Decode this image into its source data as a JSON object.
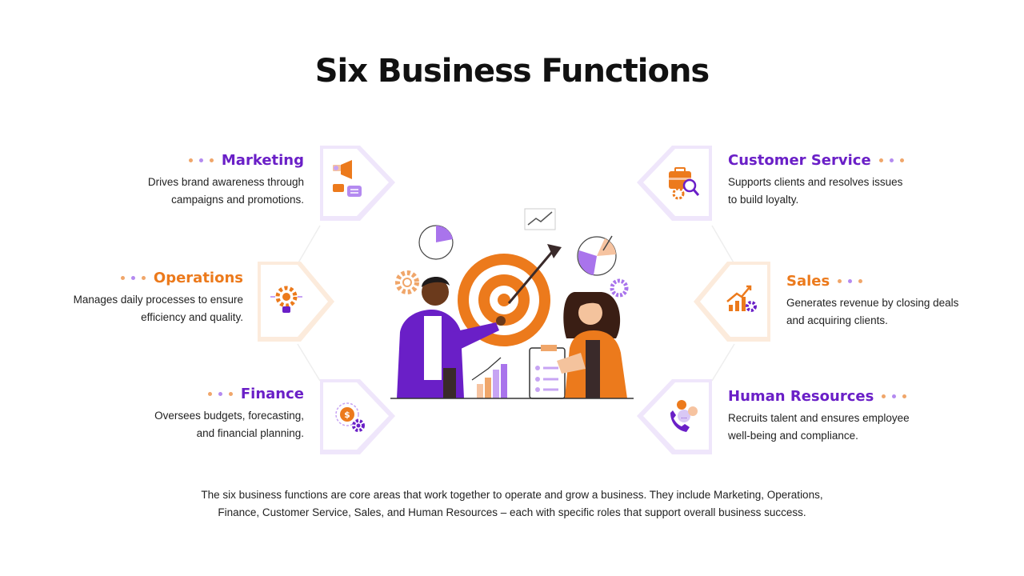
{
  "title": "Six Business Functions",
  "colors": {
    "purple": "#6a1fc7",
    "orange": "#ec7a1c",
    "light_purple": "#d9c8f5",
    "light_orange": "#f8d7bd"
  },
  "functions": [
    {
      "name": "Marketing",
      "description_line1": "Drives brand awareness through",
      "description_line2": "campaigns and promotions.",
      "color": "purple",
      "icon": "megaphone-icon"
    },
    {
      "name": "Operations",
      "description_line1": "Manages daily processes to ensure",
      "description_line2": "efficiency and quality.",
      "color": "orange",
      "icon": "gear-bulb-icon"
    },
    {
      "name": "Finance",
      "description_line1": "Oversees budgets, forecasting,",
      "description_line2": "and financial planning.",
      "color": "purple",
      "icon": "coin-gear-icon"
    },
    {
      "name": "Customer Service",
      "description_line1": "Supports clients and resolves issues",
      "description_line2": "to build loyalty.",
      "color": "purple",
      "icon": "briefcase-search-icon"
    },
    {
      "name": "Sales",
      "description_line1": "Generates revenue by closing deals",
      "description_line2": "and acquiring clients.",
      "color": "orange",
      "icon": "growth-chart-icon"
    },
    {
      "name": "Human Resources",
      "description_line1": "Recruits talent and ensures employee",
      "description_line2": "well-being and compliance.",
      "color": "purple",
      "icon": "phone-chat-icon"
    }
  ],
  "footer_line1": "The six business functions are core areas that work together to operate and grow a business. They include Marketing, Operations,",
  "footer_line2": "Finance, Customer Service, Sales, and Human Resources – each with specific roles that support overall business success."
}
